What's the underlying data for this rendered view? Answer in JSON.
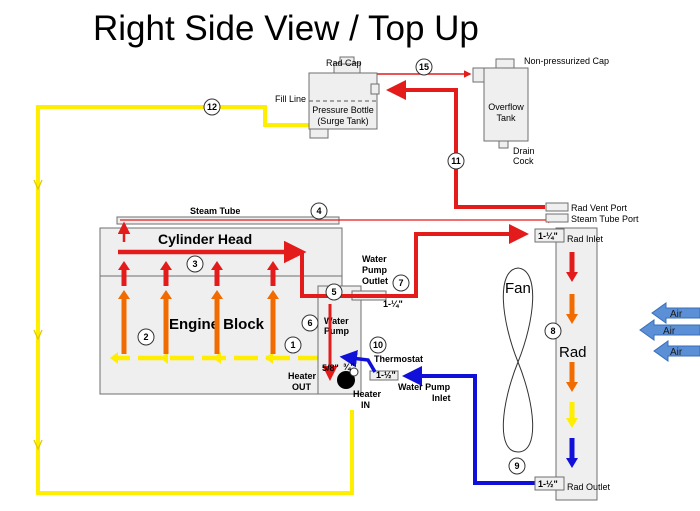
{
  "title": "Right Side View  / Top Up",
  "labels": {
    "rad_cap": "Rad Cap",
    "non_pressurized_cap": "Non-pressurized Cap",
    "fill_line": "Fill Line",
    "pressure_bottle_line1": "Pressure Bottle",
    "pressure_bottle_line2": "(Surge Tank)",
    "overflow_line1": "Overflow",
    "overflow_line2": "Tank",
    "drain_line1": "Drain",
    "drain_line2": "Cock",
    "steam_tube": "Steam Tube",
    "rad_vent_port": "Rad Vent Port",
    "steam_tube_port": "Steam Tube Port",
    "rad_inlet": "Rad Inlet",
    "rad_outlet": "Rad Outlet",
    "rad": "Rad",
    "fan": "Fan",
    "cylinder_head": "Cylinder Head",
    "engine_block": "Engine Block",
    "water_pump_outlet_1": "Water",
    "water_pump_outlet_2": "Pump",
    "water_pump_outlet_3": "Outlet",
    "water_pump_1": "Water",
    "water_pump_2": "Pump",
    "thermostat": "Thermostat",
    "heater_out_1": "Heater",
    "heater_out_2": "OUT",
    "heater_in_1": "Heater",
    "heater_in_2": "IN",
    "water_pump_inlet_1": "Water Pump",
    "water_pump_inlet_2": "Inlet",
    "air": [
      "Air",
      "Air",
      "Air"
    ]
  },
  "sizes": {
    "rad_inlet": "1-¼\"",
    "rad_outlet": "1-½\"",
    "pump_outlet": "1-¼\"",
    "pump_inlet": "1-½\"",
    "heater_5_8": "5/8\"",
    "heater_3_4": "¾\""
  },
  "callouts": [
    "1",
    "2",
    "3",
    "4",
    "5",
    "6",
    "7",
    "8",
    "9",
    "10",
    "11",
    "12",
    "15"
  ],
  "colors": {
    "hot": "#e31b1b",
    "warm": "#f26b00",
    "cool": "#ffee00",
    "cold": "#1010d8",
    "air": "#5b8fd6",
    "component_fill": "#efefef",
    "component_stroke": "#6f6f6f"
  }
}
